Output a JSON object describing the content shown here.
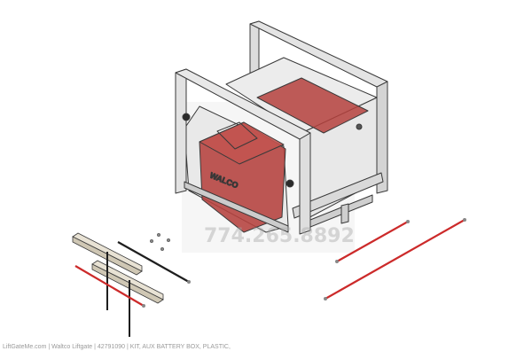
{
  "image": {
    "subject": "Exploded parts diagram of auxiliary battery box kit",
    "brand_label_on_box": "WALCO",
    "watermark": {
      "phone": "774.265.8892"
    },
    "caption": "LiftGateMe.com | Waltco Liftgate | 42791090 | KIT, AUX BATTERY BOX, PLASTIC,"
  },
  "colors": {
    "battery_red": "#b5413d",
    "frame_gray": "#d9d9d9",
    "outline": "#3a3a3a",
    "cable_red": "#cc2a2a",
    "cable_black": "#1e1e1e",
    "bracket_tan": "#e8e2d4"
  },
  "parts": [
    {
      "name": "battery-box-assembly"
    },
    {
      "name": "hold-down-bracket-1"
    },
    {
      "name": "hold-down-bracket-2"
    },
    {
      "name": "black-cable"
    },
    {
      "name": "red-jumper-cable-short-left"
    },
    {
      "name": "red-cable-short"
    },
    {
      "name": "red-cable-long"
    },
    {
      "name": "j-bolts"
    },
    {
      "name": "nuts-and-bolts"
    }
  ]
}
